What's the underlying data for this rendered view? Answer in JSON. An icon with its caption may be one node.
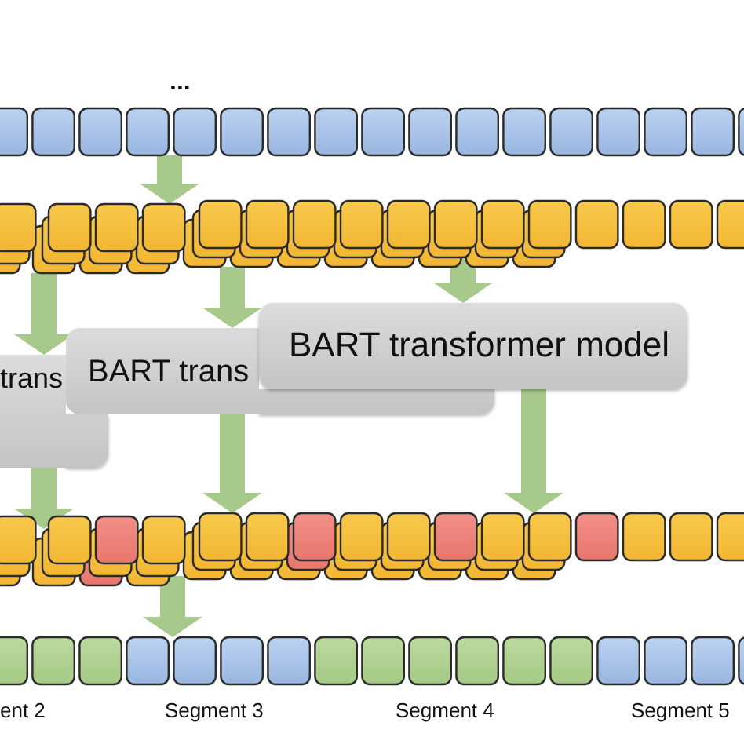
{
  "diagram": {
    "nodes": [
      {
        "text": [],
        "shape": "bar",
        "beside": [
          "..."
        ]
      },
      {
        "text": [],
        "shape": "bar"
      },
      {
        "text": [
          "trans"
        ]
      },
      {
        "text": [
          "BART trans"
        ]
      },
      {
        "text": [
          "BART transformer model"
        ]
      },
      {
        "text": [],
        "shape": "bar"
      },
      {
        "text": [],
        "shape": "bar",
        "beside": [
          "ent 2",
          "Segment 3",
          "Segment 4",
          "Segment 5"
        ]
      }
    ],
    "edges": [
      {
        "from": 0,
        "to": 1,
        "arrow": "to"
      },
      {
        "from": 1,
        "to": 2,
        "arrow": "to"
      },
      {
        "from": 1,
        "to": 3,
        "arrow": "to"
      },
      {
        "from": 1,
        "to": 4,
        "arrow": "to"
      },
      {
        "from": 2,
        "to": 5,
        "arrow": "to"
      },
      {
        "from": 3,
        "to": 5,
        "arrow": "to"
      },
      {
        "from": 4,
        "to": 5,
        "arrow": "to"
      },
      {
        "from": 5,
        "to": 6,
        "arrow": "to"
      }
    ]
  }
}
